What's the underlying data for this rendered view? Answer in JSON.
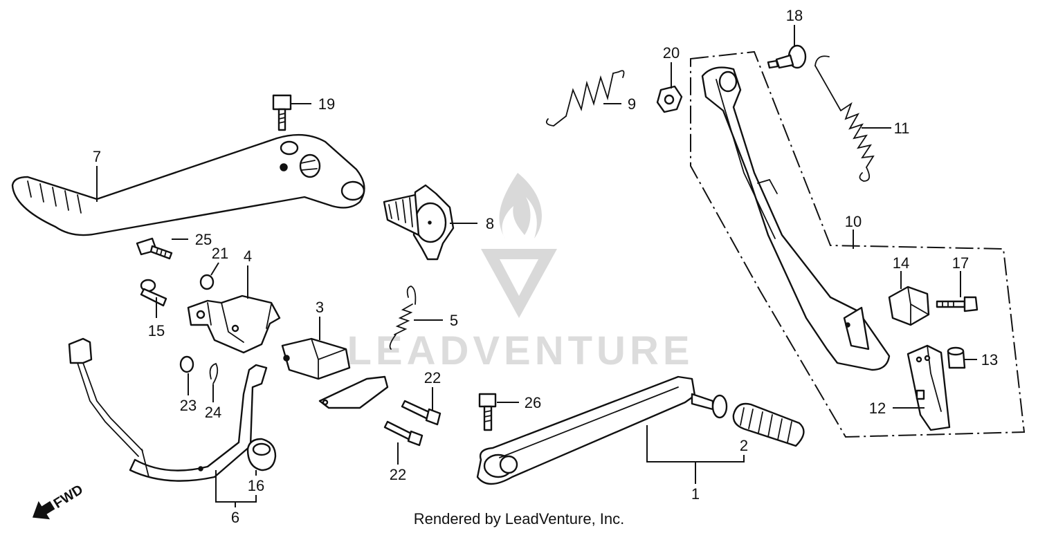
{
  "diagram": {
    "footer_text": "Rendered by LeadVenture, Inc.",
    "watermark_text": "LEADVENTURE",
    "direction_label": "FWD",
    "callouts": [
      "1",
      "2",
      "3",
      "4",
      "5",
      "6",
      "7",
      "8",
      "9",
      "10",
      "11",
      "12",
      "13",
      "14",
      "15",
      "16",
      "17",
      "18",
      "19",
      "20",
      "21",
      "22",
      "22",
      "23",
      "24",
      "25",
      "26"
    ],
    "icons": [
      "leadventure-logo-watermark",
      "fwd-arrow-icon"
    ],
    "colors": {
      "line": "#111111",
      "background": "#ffffff",
      "watermark": "#d9d9d9"
    }
  }
}
